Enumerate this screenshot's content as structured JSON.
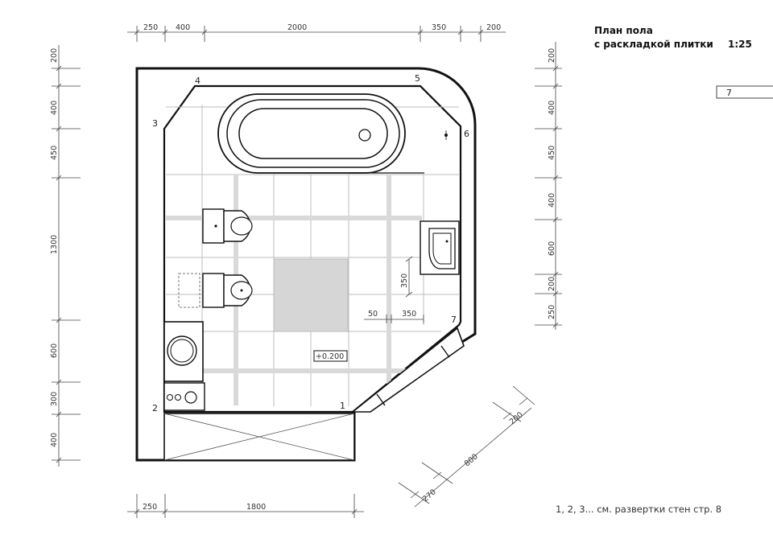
{
  "title": {
    "line1": "План пола",
    "line2": "с раскладкой плитки",
    "scale": "1:25"
  },
  "page_box_label": "7",
  "footnote": "1, 2, 3...   см. развертки стен стр. 8",
  "top_dims": [
    "250",
    "400",
    "2000",
    "350",
    "200"
  ],
  "bottom_dims": [
    "250",
    "1800"
  ],
  "left_dims": [
    "200",
    "400",
    "450",
    "1300",
    "600",
    "300",
    "400"
  ],
  "right_dims": [
    "200",
    "400",
    "450",
    "400",
    "600",
    "200",
    "250"
  ],
  "diagonal_dims": [
    "270",
    "800",
    "200"
  ],
  "inner_dims": [
    "350",
    "50",
    "350"
  ],
  "level_mark": "+0.200",
  "wall_numbers": [
    "1",
    "2",
    "3",
    "4",
    "5",
    "6",
    "7"
  ]
}
